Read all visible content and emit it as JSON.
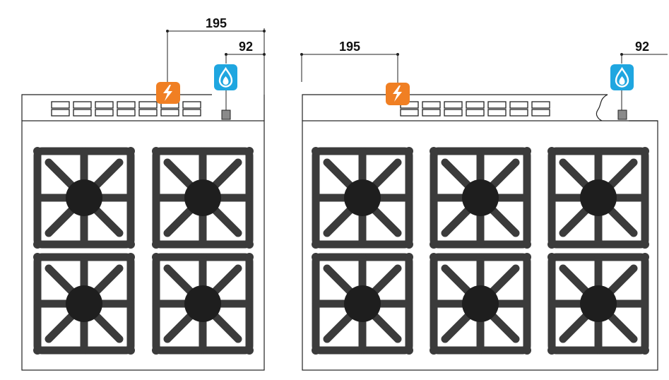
{
  "colors": {
    "outline": "#222222",
    "grate": "#3b3b3b",
    "burner_cap": "#1e1e1e",
    "electric_badge": "#f07f23",
    "gas_badge": "#1fa6e0",
    "badge_icon": "#ffffff",
    "connector": "#8a8a8a",
    "background": "#ffffff"
  },
  "icons": {
    "electric": "lightning-bolt-icon",
    "gas": "gas-flame-icon"
  },
  "diagrams": [
    {
      "name": "4-burner-range",
      "burners": 4,
      "layout": "2x2",
      "knob_slots": 14,
      "dimensions": {
        "electric_offset": "195",
        "gas_offset": "92"
      }
    },
    {
      "name": "6-burner-range",
      "burners": 6,
      "layout": "3x2",
      "knob_slots": 14,
      "dimensions": {
        "electric_offset": "195",
        "gas_offset": "92"
      }
    }
  ]
}
